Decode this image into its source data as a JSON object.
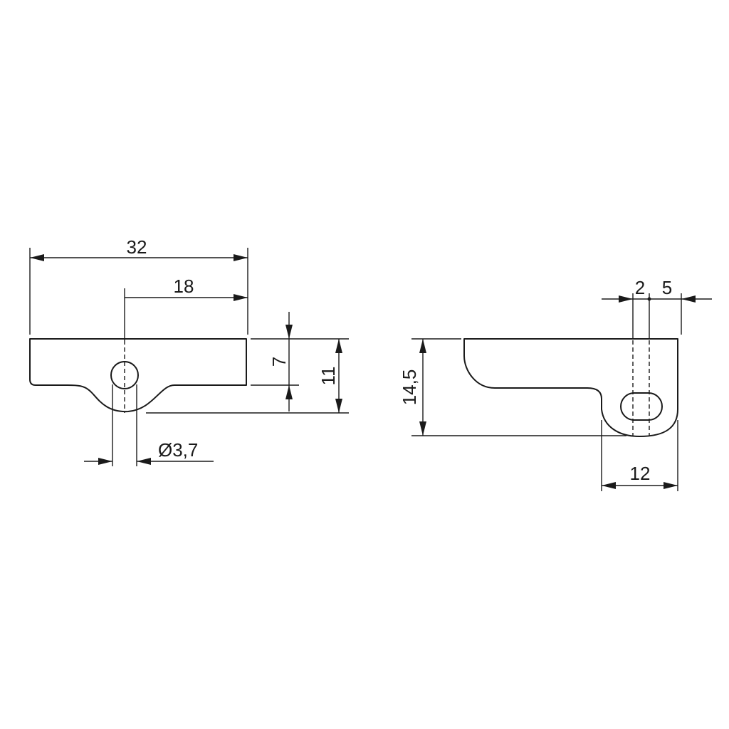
{
  "drawing": {
    "front_view": {
      "dimensions": {
        "overall_length": "32",
        "hole_offset": "18",
        "body_height": "7",
        "total_height": "11",
        "hole_diameter": "Ø3,7"
      }
    },
    "side_view": {
      "dimensions": {
        "slot_width": "2",
        "slot_offset": "5",
        "total_height": "14,5",
        "foot_width": "12"
      }
    }
  }
}
